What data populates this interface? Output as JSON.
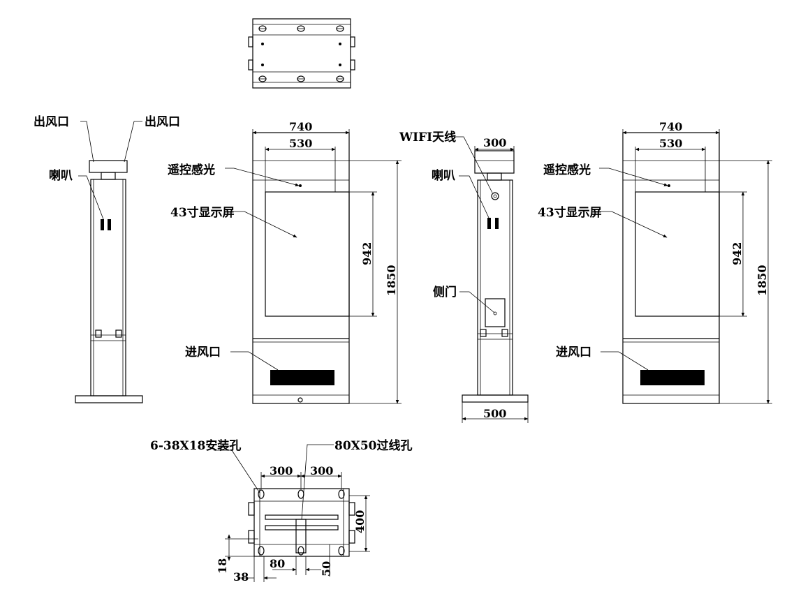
{
  "labels": {
    "outlet_left": "出风口",
    "outlet_right": "出风口",
    "speaker_side": "喇叭",
    "remote_sensor_front": "遥控感光",
    "display_front": "43寸显示屏",
    "intake_front": "进风口",
    "wifi_antenna": "WIFI天线",
    "speaker_side2": "喇叭",
    "side_door": "侧门",
    "remote_sensor_back": "遥控感光",
    "display_back": "43寸显示屏",
    "intake_back": "进风口",
    "mount_holes": "6-38X18安装孔",
    "cable_hole": "80X50过线孔"
  },
  "dimensions": {
    "front_width": "740",
    "front_inner_width": "530",
    "front_screen_height": "942",
    "front_total_height": "1850",
    "side_top_width": "300",
    "side_base_width": "500",
    "back_width": "740",
    "back_inner_width": "530",
    "back_screen_height": "942",
    "back_total_height": "1850",
    "base_spacing_left": "300",
    "base_spacing_right": "300",
    "base_depth": "400",
    "hole_h": "18",
    "hole_w": "38",
    "cable_w": "80",
    "cable_h": "50"
  }
}
